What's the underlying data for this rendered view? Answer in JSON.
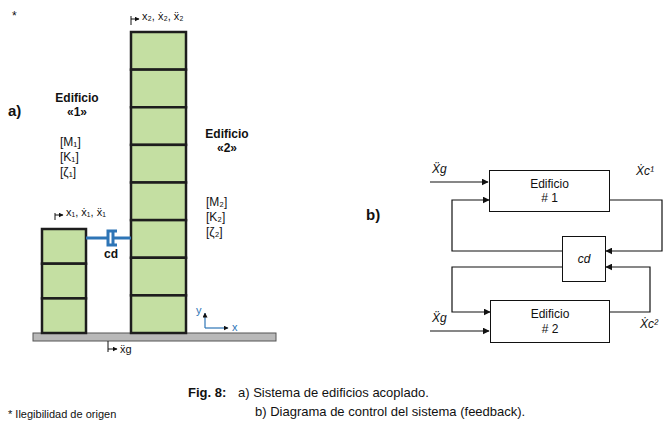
{
  "diagram": {
    "nodes": [
      {
        "text": [
          "Edificio # 1"
        ]
      },
      {
        "text": [
          "cd"
        ]
      },
      {
        "text": [
          "Edificio # 2"
        ]
      }
    ],
    "edges": [
      {
        "from": 0,
        "to": 1,
        "arrow": "to"
      },
      {
        "from": 1,
        "to": 0,
        "arrow": "to"
      },
      {
        "from": 2,
        "to": 1,
        "arrow": "to"
      },
      {
        "from": 1,
        "to": 2,
        "arrow": "to"
      }
    ],
    "labels": [
      "*",
      "a)",
      "Edificio «1»",
      "[M₁]",
      "[K₁]",
      "[ζ₁]",
      "x₁, ẋ₁, ẍ₁",
      "cd",
      "x₂, ẋ₂, ẍ₂",
      "Edificio «2»",
      "[M₂]",
      "[K₂]",
      "[ζ₂]",
      "ẍg",
      "y",
      "x",
      "b)",
      "Ẍg",
      "Ẋc¹",
      "Ẍg",
      "Ẋc²",
      "* Ilegibilidad de origen",
      "Fig. 8:",
      "a) Sistema de edificios acoplado.",
      "b) Diagrama de control del sistema (feedback)."
    ]
  }
}
